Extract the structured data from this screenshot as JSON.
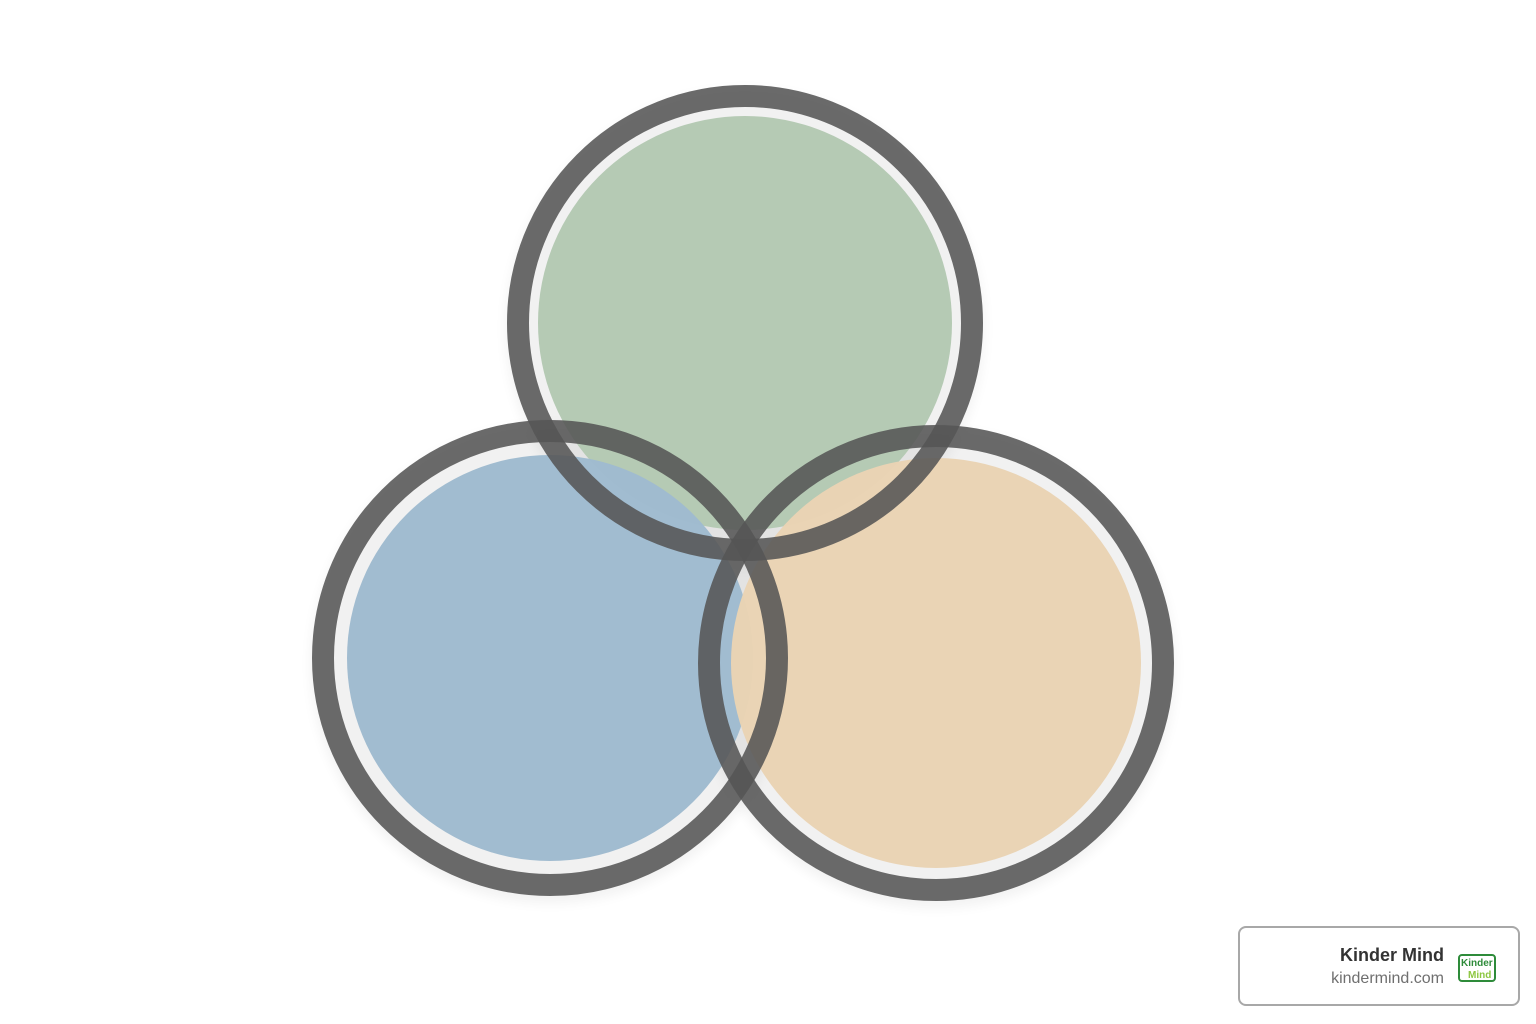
{
  "diagram": {
    "type": "venn",
    "set_count": 3,
    "sets": [
      {
        "id": "top",
        "fill": "#b4c9b2"
      },
      {
        "id": "bottom-left",
        "fill": "#9fbbcf"
      },
      {
        "id": "bottom-right",
        "fill": "#ead3b4"
      }
    ],
    "ring_color": "#555555",
    "ring_opacity": 0.88
  },
  "badge": {
    "name": "Kinder Mind",
    "url": "kindermind.com",
    "logo": {
      "icon": "kinder-mind-logo-icon",
      "line1": "Kinder",
      "line2": "Mind",
      "color": "#2e8b3a",
      "accent": "#8cc63f"
    }
  }
}
